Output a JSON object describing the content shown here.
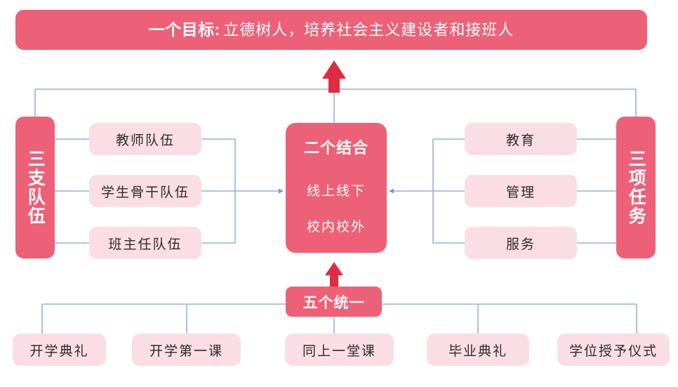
{
  "colors": {
    "accent_red": "#EC6177",
    "arrow_red": "#E12B42",
    "leaf_pink": "#FBDEE3",
    "connector_blue": "#8FB4E3",
    "text_dark": "#2B2B2B",
    "background": "#FFFFFF"
  },
  "goal": {
    "strong": "一个目标:",
    "rest": "立德树人，培养社会主义建设者和接班人"
  },
  "left_group": {
    "pillar_label": "三支队伍",
    "items": [
      {
        "label": "教师队伍"
      },
      {
        "label": "学生骨干队伍"
      },
      {
        "label": "班主任队伍"
      }
    ]
  },
  "center": {
    "title": "二个结合",
    "lines": [
      "线上线下",
      "校内校外"
    ]
  },
  "right_group": {
    "pillar_label": "三项任务",
    "items": [
      {
        "label": "教育"
      },
      {
        "label": "管理"
      },
      {
        "label": "服务"
      }
    ]
  },
  "bottom_group": {
    "hub_label": "五个统一",
    "items": [
      {
        "label": "开学典礼"
      },
      {
        "label": "开学第一课"
      },
      {
        "label": "同上一堂课"
      },
      {
        "label": "毕业典礼"
      },
      {
        "label": "学位授予仪式"
      }
    ]
  }
}
